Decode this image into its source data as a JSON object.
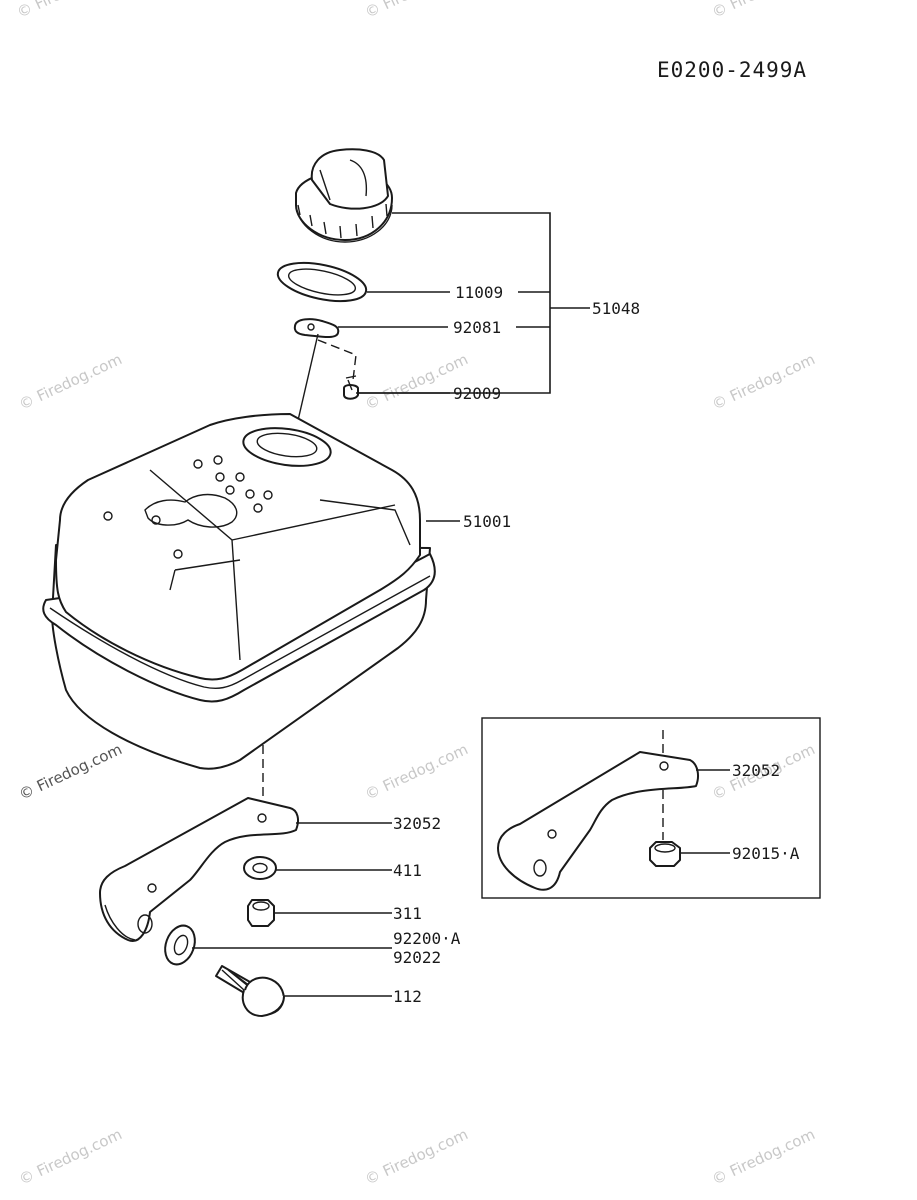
{
  "diagram_code": "E0200-2499A",
  "watermark": "© Firedog.com",
  "parts": {
    "p51048": "51048",
    "p11009": "11009",
    "p92081": "92081",
    "p92009": "92009",
    "p51001": "51001",
    "p32052": "32052",
    "p411": "411",
    "p311": "311",
    "p92200a": "92200·A",
    "p92022": "92022",
    "p112": "112",
    "p32052_inset": "32052",
    "p92015a": "92015·A"
  }
}
